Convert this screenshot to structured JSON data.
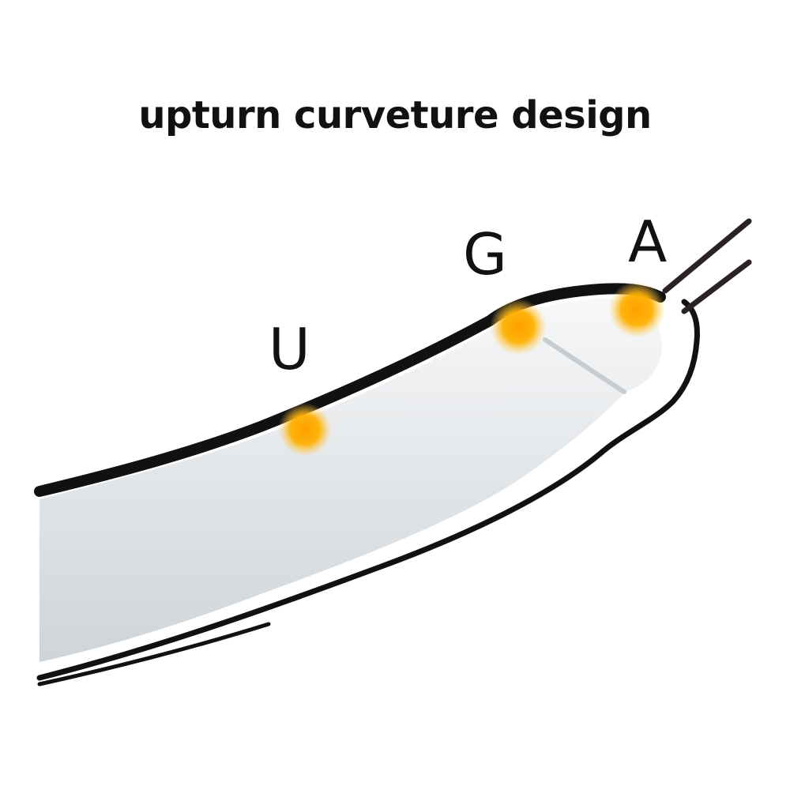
{
  "headline": "upturn curveture design",
  "zones": [
    {
      "letter": "U",
      "glow_color": "#ffa000"
    },
    {
      "letter": "G",
      "glow_color": "#ffa000"
    },
    {
      "letter": "A",
      "glow_color": "#ffa000"
    }
  ],
  "colors": {
    "outline": "#111111",
    "body_fill": "#e9ecef",
    "glow": "#ffa000",
    "background": "#ffffff"
  }
}
